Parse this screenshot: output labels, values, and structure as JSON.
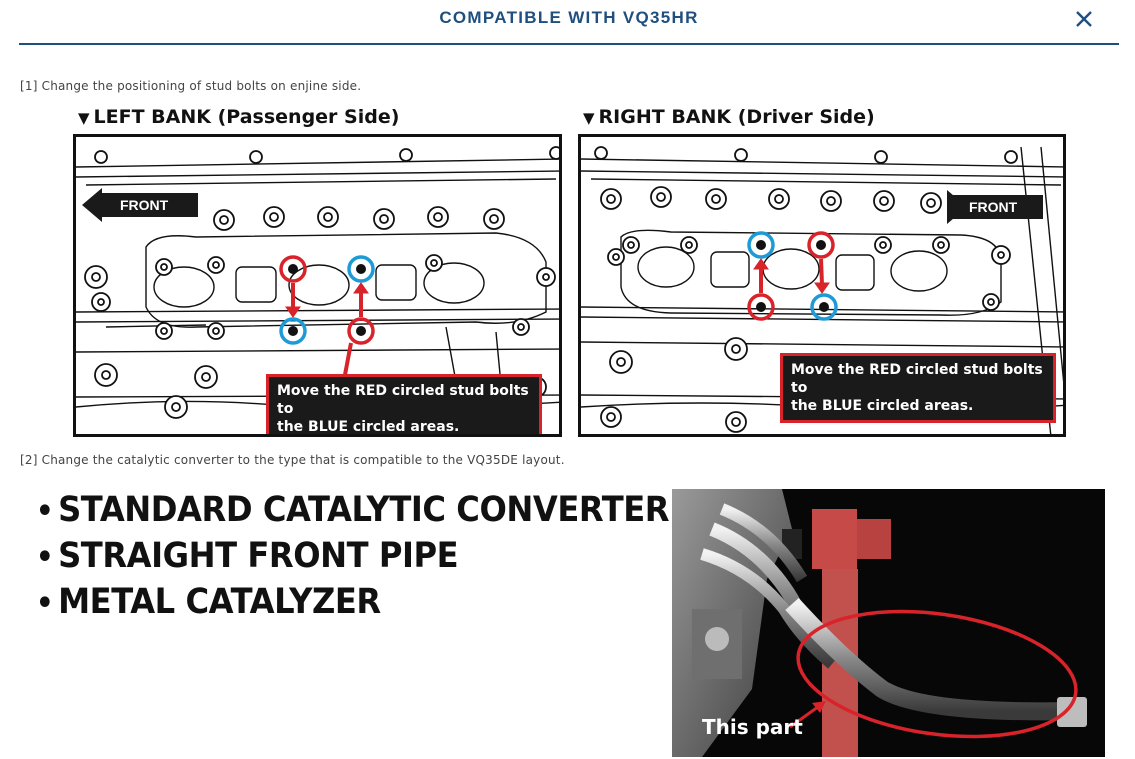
{
  "header": {
    "title": "COMPATIBLE WITH VQ35HR",
    "close_label": "close"
  },
  "steps": {
    "step1": "[1] Change the positioning of stud bolts on enjine side.",
    "step2": "[2] Change the catalytic converter to the type that is compatible to the VQ35DE layout."
  },
  "left_bank": {
    "marker": "▼",
    "title": "LEFT BANK (Passenger Side)",
    "front": "FRONT",
    "callout_line1": "Move the RED circled stud bolts to",
    "callout_line2": "the BLUE circled areas."
  },
  "right_bank": {
    "marker": "▼",
    "title": "RIGHT BANK (Driver Side)",
    "front": "FRONT",
    "callout_line1": "Move the RED circled stud bolts to",
    "callout_line2": "the BLUE circled areas."
  },
  "bullets": {
    "dot": "•",
    "items": [
      "STANDARD CATALYTIC CONVERTER",
      "STRAIGHT FRONT PIPE",
      "METAL CATALYZER"
    ]
  },
  "photo": {
    "label": "This part"
  },
  "colors": {
    "accent": "#1f4f7f",
    "red_circle": "#d8232a",
    "blue_circle": "#1e9bd7"
  }
}
